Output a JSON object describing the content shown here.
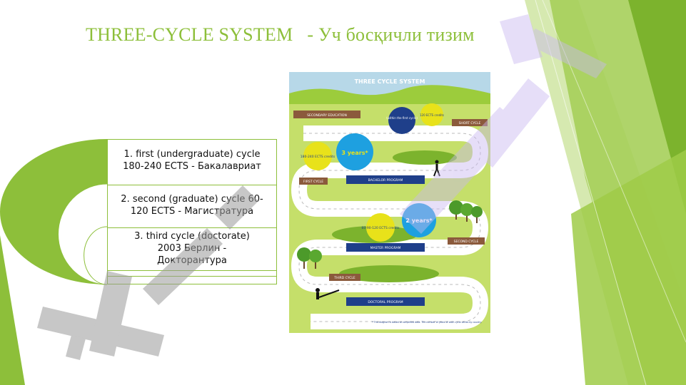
{
  "slide": {
    "title": "THREE-CYCLE SYSTEM   - Уч босқичли тизим"
  },
  "list": {
    "items": [
      {
        "line1": "1. first (undergraduate) cycle",
        "line2": "180-240 ECTS  - Бакалавриат"
      },
      {
        "line1": "2. second (graduate) cycle 60-",
        "line2": "120 ECTS  -  Магистратура"
      },
      {
        "line1": "3. third cycle (doctorate)",
        "line2": "2003 Берлин  -",
        "line3": "Докторантура"
      }
    ]
  },
  "infographic": {
    "title": "THREE CYCLE SYSTEM",
    "secondary_education": "SECONDARY EDUCATION",
    "within_first_cycle": "(within the first cycle)",
    "short_credits": "120 ECTS credits",
    "short_cycle": "SHORT CYCLE",
    "first_credits": "180-240 ECTS credits",
    "first_years": "3 years*",
    "first_cycle": "FIRST CYCLE",
    "bachelor_program": "BACHELOR PROGRAM",
    "master_credits": "60-90-120 ECTS credits",
    "master_years": "2 years*",
    "master_program": "MASTER PROGRAM",
    "second_cycle": "SECOND CYCLE",
    "third_cycle": "THIRD CYCLE",
    "doctoral_program": "DOCTORAL PROGRAM",
    "footnote": "* This diagram is based on simplified data. The number of years of each cycle varies by country."
  },
  "colors": {
    "accent_green": "#8dbf3a",
    "road_blue": "#1f3f8a",
    "bubble_blue": "#1ea0e0",
    "bubble_yellow": "#e8e21a",
    "sign_brown": "#8b5a3c"
  },
  "watermark": {
    "icon": "watermark-logo"
  }
}
